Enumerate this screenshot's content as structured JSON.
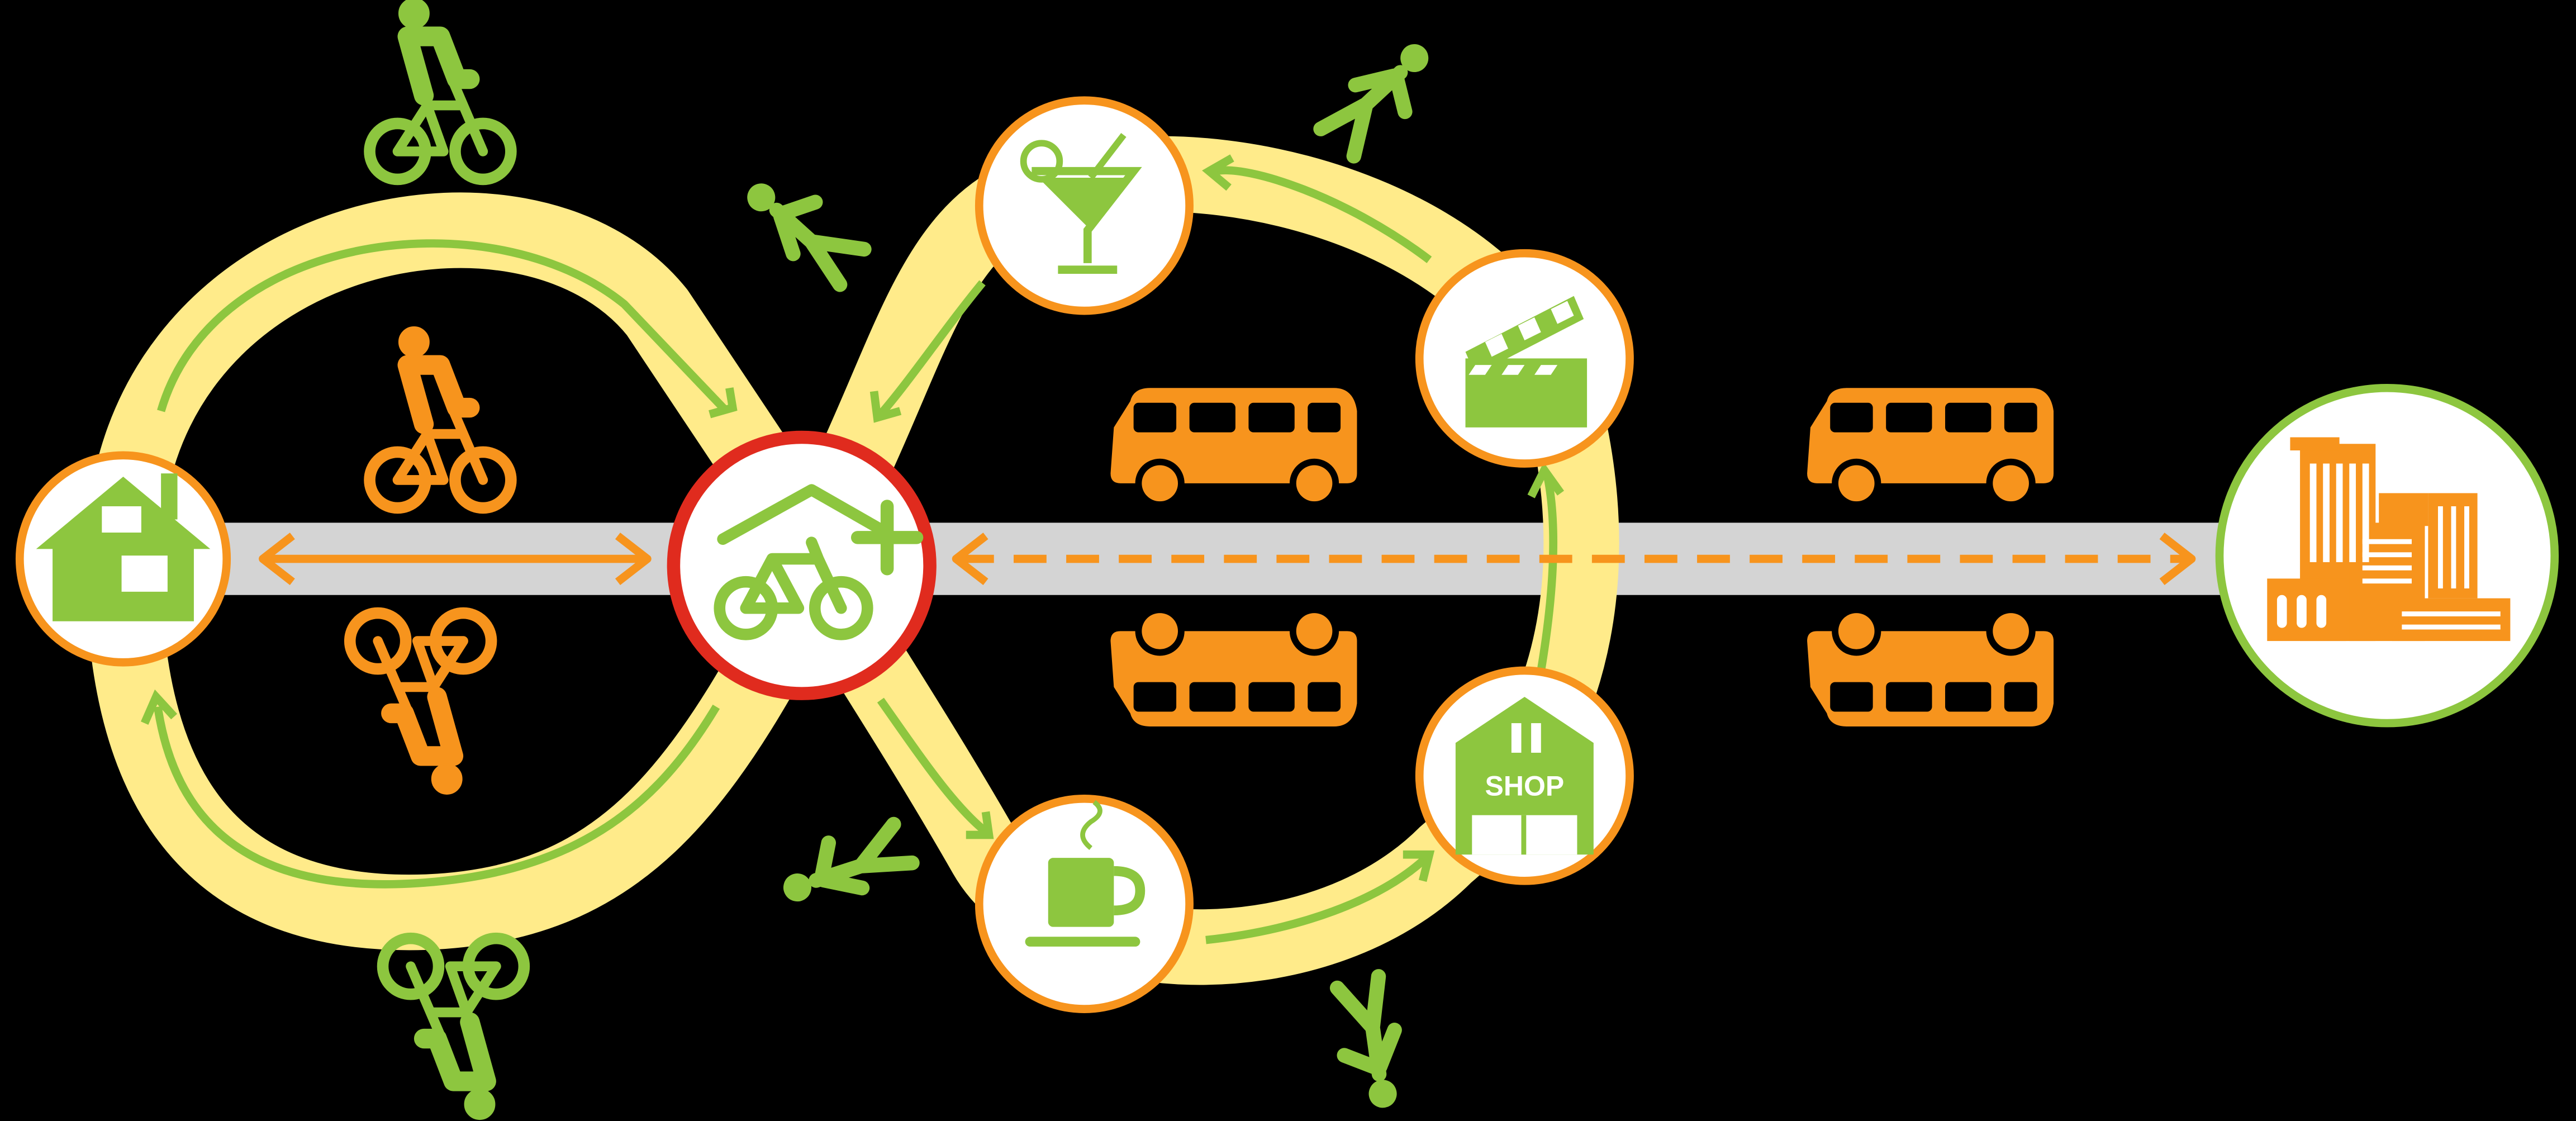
{
  "colors": {
    "background": "#000000",
    "loop_fill": "#FFEB8A",
    "green": "#8DC63F",
    "orange": "#F7941D",
    "hub_ring": "#E02B1E",
    "node_fill": "#FFFFFF",
    "road": "#D4D4D4"
  },
  "nodes": {
    "home": {
      "icon": "house-icon"
    },
    "hub": {
      "icon": "bike-parking-plus-icon"
    },
    "bar": {
      "icon": "cocktail-glass-icon"
    },
    "cinema": {
      "icon": "clapperboard-icon"
    },
    "shop": {
      "icon": "shop-building-icon",
      "label": "SHOP"
    },
    "cafe": {
      "icon": "coffee-cup-icon"
    },
    "city": {
      "icon": "city-buildings-icon"
    }
  },
  "links": {
    "home_hub": {
      "style": "solid",
      "direction": "both"
    },
    "hub_city": {
      "style": "dashed",
      "direction": "both"
    }
  },
  "transport": {
    "cycling": [
      "bicycle-rider-icon",
      "bicycle-rider-icon",
      "bicycle-rider-icon",
      "bicycle-rider-icon"
    ],
    "walking": [
      "pedestrian-icon",
      "pedestrian-icon",
      "pedestrian-icon",
      "pedestrian-icon"
    ],
    "bus": [
      "bus-icon",
      "bus-icon",
      "bus-icon",
      "bus-icon"
    ]
  }
}
